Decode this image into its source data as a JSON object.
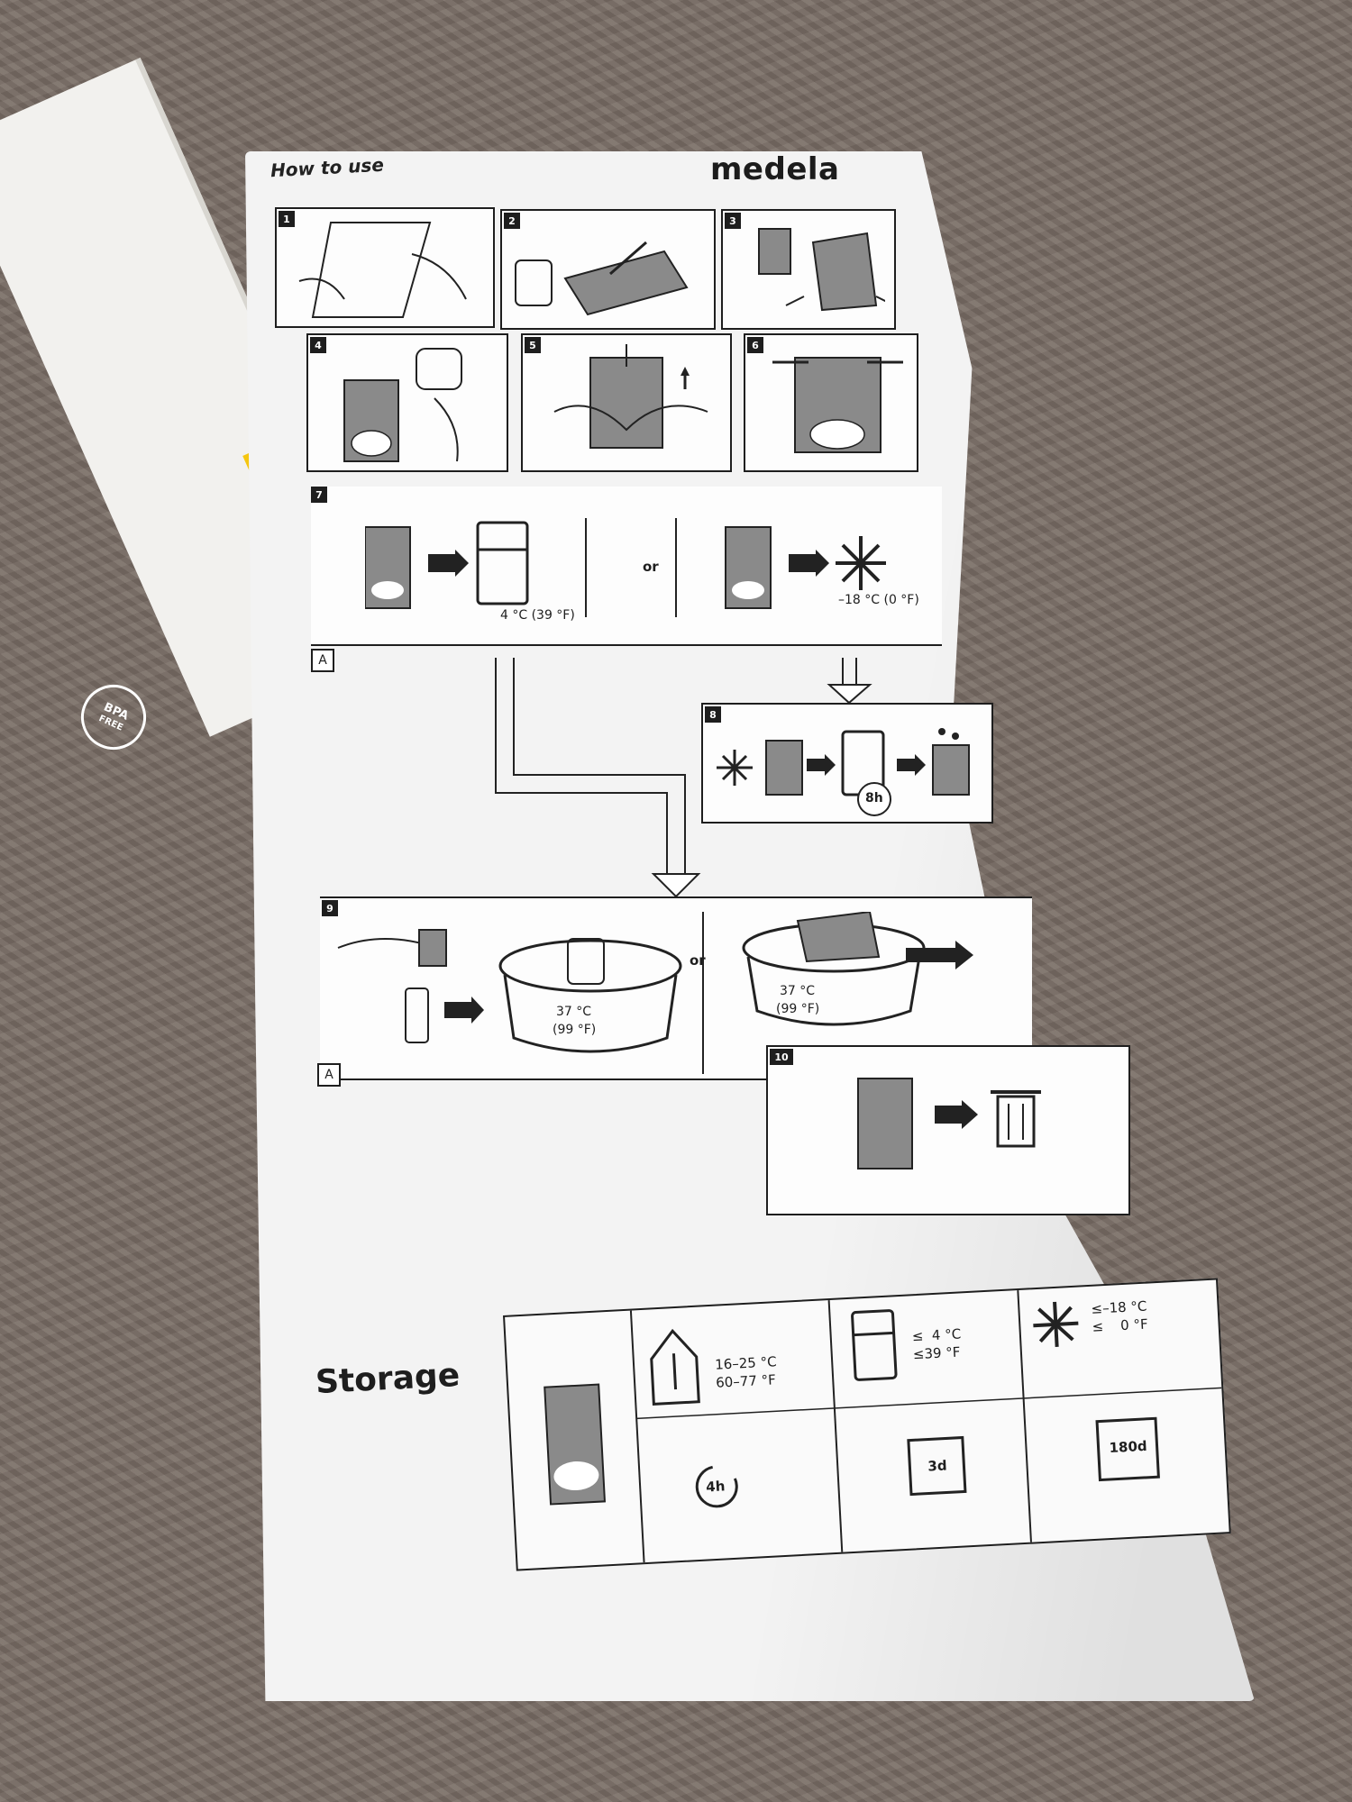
{
  "package": {
    "header_left": "How to use",
    "brand": "medela",
    "steps": {
      "s1": "1",
      "s2": "2",
      "s3": "3",
      "s4": "4",
      "s5": "5",
      "s6": "6",
      "s7": "7",
      "s8": "8",
      "s9": "9",
      "s10": "10"
    },
    "fridge_temp": "4 °C (39 °F)",
    "freezer_temp": "–18 °C (0 °F)",
    "or": "or",
    "thaw_time": "8h",
    "warm_temp_1": "37 °C",
    "warm_temp_1_f": "(99 °F)",
    "warm_temp_2": "37 °C",
    "warm_temp_2_f": "(99 °F)",
    "section_a": "A"
  },
  "storage": {
    "title": "Storage",
    "room_temp": "16–25 °C\n60–77 °F",
    "room_time": "4h",
    "fridge_temp": "≤  4 °C\n≤39 °F",
    "fridge_time": "3d",
    "freezer_temp": "≤–18 °C\n≤    0 °F",
    "freezer_time": "180d"
  },
  "box": {
    "badge_line1": "BPA",
    "badge_line2": "FREE"
  }
}
